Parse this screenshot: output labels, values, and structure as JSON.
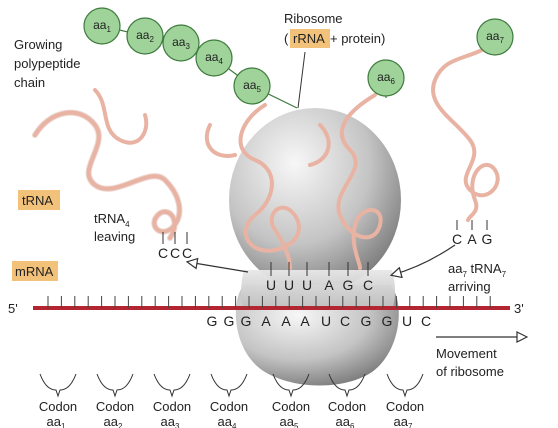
{
  "labels": {
    "growing_chain": [
      "Growing",
      "polypeptide",
      "chain"
    ],
    "ribosome_title": "Ribosome",
    "ribosome_open": "(",
    "ribosome_rrna": "rRNA",
    "ribosome_rest": " + protein)",
    "trna": "tRNA",
    "trna_leaving_prefix": "tRNA",
    "trna_leaving_sub": "4",
    "trna_leaving_word": "leaving",
    "mrna": "mRNA",
    "five_prime": "5'",
    "three_prime": "3'",
    "arriving_aa": "aa",
    "arriving_aa_sub": "7",
    "arriving_trna": " tRNA",
    "arriving_trna_sub": "7",
    "arriving_word": "arriving",
    "movement": [
      "Movement",
      "of ribosome"
    ]
  },
  "amino_acids": [
    {
      "name": "aa",
      "sub": "1"
    },
    {
      "name": "aa",
      "sub": "2"
    },
    {
      "name": "aa",
      "sub": "3"
    },
    {
      "name": "aa",
      "sub": "4"
    },
    {
      "name": "aa",
      "sub": "5"
    },
    {
      "name": "aa",
      "sub": "6"
    },
    {
      "name": "aa",
      "sub": "7"
    }
  ],
  "anticodons": {
    "leaving": [
      "C",
      "C",
      "C"
    ],
    "in_ribosome": [
      "U",
      "U",
      "U",
      "A",
      "G",
      "C"
    ],
    "arriving": [
      "C",
      "A",
      "G"
    ]
  },
  "mrna_sequence": [
    "G",
    "G",
    "G",
    "A",
    "A",
    "A",
    "U",
    "C",
    "G",
    "G",
    "U",
    "C"
  ],
  "codons": [
    {
      "word": "Codon",
      "aa": "aa",
      "sub": "1"
    },
    {
      "word": "Codon",
      "aa": "aa",
      "sub": "2"
    },
    {
      "word": "Codon",
      "aa": "aa",
      "sub": "3"
    },
    {
      "word": "Codon",
      "aa": "aa",
      "sub": "4"
    },
    {
      "word": "Codon",
      "aa": "aa",
      "sub": "5"
    },
    {
      "word": "Codon",
      "aa": "aa",
      "sub": "6"
    },
    {
      "word": "Codon",
      "aa": "aa",
      "sub": "7"
    }
  ],
  "colors": {
    "aa_fill": "#9fd39a",
    "aa_stroke": "#3e7a3e",
    "trna_strand": "#e9b3a3",
    "label_highlight": "#f3c27a",
    "mrna_strand": "#b32631",
    "ribosome_light": "#f2f2f2",
    "ribosome_dark": "#7a7a7a"
  }
}
